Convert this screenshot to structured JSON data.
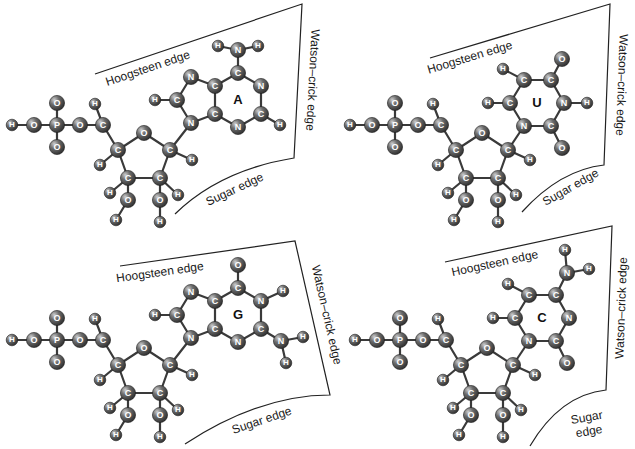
{
  "diagram": {
    "labels": [
      "Hoogsteen edge",
      "Watson–crick edge",
      "Sugar edge",
      "A",
      "H",
      "O",
      "P",
      "O",
      "O",
      "O",
      "C",
      "H",
      "C",
      "O",
      "C",
      "C",
      "C",
      "H",
      "H",
      "H",
      "H",
      "O",
      "H",
      "O",
      "H",
      "N",
      "C",
      "H",
      "N",
      "C",
      "C",
      "C",
      "N",
      "C",
      "H",
      "N",
      "N",
      "H",
      "H",
      "Hoogsteen edge",
      "Watson–crick edge",
      "Sugar edge",
      "U",
      "H",
      "O",
      "P",
      "O",
      "O",
      "O",
      "C",
      "H",
      "C",
      "O",
      "C",
      "C",
      "C",
      "H",
      "H",
      "H",
      "H",
      "O",
      "H",
      "O",
      "H",
      "N",
      "C",
      "O",
      "N",
      "H",
      "C",
      "O",
      "C",
      "H",
      "C",
      "H",
      "Hoogsteen edge",
      "Watson–crick edge",
      "Sugar edge",
      "G",
      "H",
      "O",
      "P",
      "O",
      "O",
      "O",
      "C",
      "H",
      "C",
      "O",
      "C",
      "C",
      "C",
      "H",
      "H",
      "H",
      "H",
      "O",
      "H",
      "O",
      "H",
      "N",
      "C",
      "H",
      "N",
      "C",
      "C",
      "C",
      "O",
      "N",
      "H",
      "C",
      "N",
      "N",
      "H",
      "H",
      "Hoogsteen edge",
      "Watson–crick edge",
      "Sugar edge",
      "C",
      "H",
      "O",
      "P",
      "O",
      "O",
      "O",
      "C",
      "H",
      "C",
      "O",
      "C",
      "C",
      "C",
      "H",
      "H",
      "H",
      "H",
      "O",
      "H",
      "O",
      "H",
      "N",
      "C",
      "O",
      "N",
      "C",
      "N",
      "H",
      "H",
      "C",
      "H",
      "C",
      "H"
    ]
  }
}
